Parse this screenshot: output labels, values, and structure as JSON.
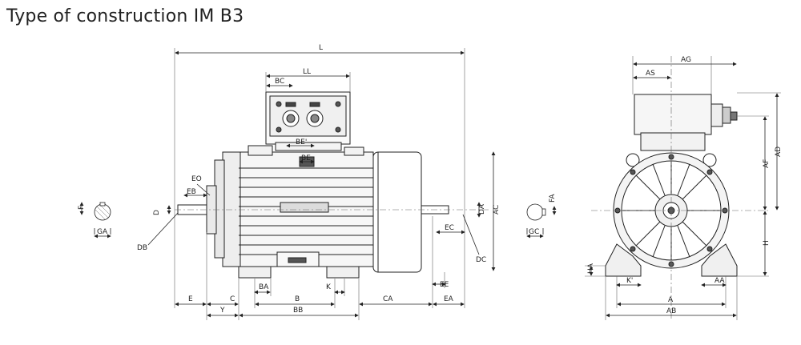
{
  "title": "Type of construction IM B3",
  "dims": {
    "L": "L",
    "LL": "LL",
    "BC": "BC",
    "BE1": "BE'",
    "BE": "BE",
    "EO": "EO",
    "EB": "EB",
    "D": "D",
    "DB": "DB",
    "DA": "DA",
    "AC": "AC",
    "EC": "EC",
    "DC": "DC",
    "EE": "EE",
    "E": "E",
    "C": "C",
    "BA": "BA",
    "B": "B",
    "K": "K",
    "CA": "CA",
    "EA": "EA",
    "Y": "Y",
    "BB": "BB",
    "F": "F",
    "GA": "GA",
    "FA": "FA",
    "GC": "GC",
    "AG": "AG",
    "AS": "AS",
    "AD": "AD",
    "AF": "AF",
    "H": "H",
    "HA": "HA",
    "K1": "K'",
    "AA": "AA",
    "A": "A",
    "AB": "AB"
  }
}
